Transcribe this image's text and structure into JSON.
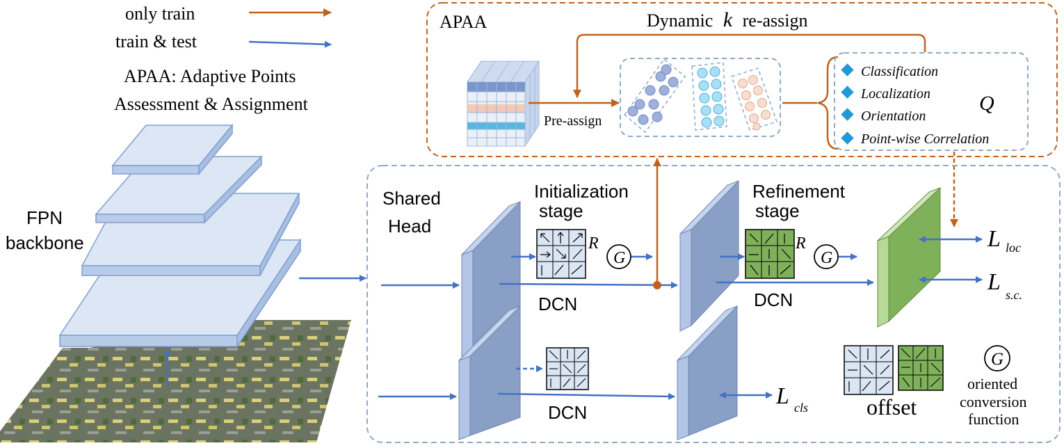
{
  "legend": {
    "only_train": "only train",
    "train_test": "train & test",
    "apaa_definition_line1": "APAA: Adaptive Points",
    "apaa_definition_line2": "Assessment & Assignment"
  },
  "apaa_box": {
    "title": "APAA",
    "dynamic_label": "Dynamic",
    "dynamic_k": "k",
    "dynamic_suffix": "re-assign",
    "pre_assign": "Pre-assign",
    "criteria": [
      "Classification",
      "Localization",
      "Orientation",
      "Point-wise Correlation"
    ],
    "q_symbol": "Q"
  },
  "backbone": {
    "label_line1": "FPN",
    "label_line2": "backbone"
  },
  "head": {
    "shared_line1": "Shared",
    "shared_line2": "Head",
    "init_line1": "Initialization",
    "init_line2": "stage",
    "refine_line1": "Refinement",
    "refine_line2": "stage",
    "dcn": "DCN",
    "r_symbol": "R",
    "g_symbol": "G"
  },
  "losses": {
    "L": "L",
    "loc": "loc",
    "sc": "s.c.",
    "cls": "cls"
  },
  "bottom_legend": {
    "offset": "offset",
    "g_symbol": "G",
    "conversion_line1": "oriented",
    "conversion_line2": "conversion",
    "conversion_line3": "function"
  },
  "colors": {
    "train_arrow": "#c0621e",
    "test_arrow": "#4472c4",
    "dashed_border": "#8ea9c8",
    "plate_fill": "#dce6f5",
    "plate_edge": "#7f9fd0",
    "feature_map": "#8a9fc6",
    "init_grid": "#dbe6f4",
    "refine_grid": "#7fb15a",
    "criteria_diamond": "#1f9ad6"
  }
}
